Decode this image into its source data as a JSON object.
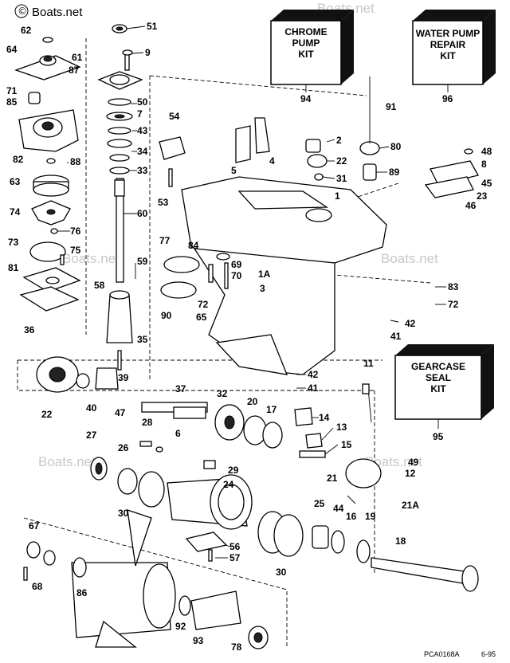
{
  "watermark": {
    "brand": "Boats.net",
    "logo_symbol": "©"
  },
  "kits": [
    {
      "id": "chrome-pump-kit",
      "lines": [
        "CHROME",
        "PUMP",
        "KIT"
      ],
      "number": "94"
    },
    {
      "id": "water-pump-repair-kit",
      "lines": [
        "WATER PUMP",
        "REPAIR",
        "KIT"
      ],
      "number": "96"
    },
    {
      "id": "gearcase-seal-kit",
      "lines": [
        "GEARCASE",
        "SEAL",
        "KIT"
      ],
      "number": "95"
    }
  ],
  "callouts": {
    "c62": "62",
    "c51": "51",
    "c64": "64",
    "c61": "61",
    "c9": "9",
    "c87": "87",
    "c71": "71",
    "c85": "85",
    "c50": "50",
    "c7": "7",
    "c43": "43",
    "c34": "34",
    "c33": "33",
    "c82": "82",
    "c88": "88",
    "c63": "63",
    "c74": "74",
    "c76": "76",
    "c73": "73",
    "c75": "75",
    "c81": "81",
    "c36": "36",
    "c60": "60",
    "c59": "59",
    "c58": "58",
    "c35": "35",
    "c39": "39",
    "c54": "54",
    "c53": "53",
    "c77": "77",
    "c84": "84",
    "c69": "69",
    "c70": "70",
    "c72a": "72",
    "c90": "90",
    "c65": "65",
    "c5": "5",
    "c4": "4",
    "c2": "2",
    "c22a": "22",
    "c31": "31",
    "c1": "1",
    "c80": "80",
    "c89": "89",
    "c91": "91",
    "c48": "48",
    "c8": "8",
    "c45": "45",
    "c23": "23",
    "c46": "46",
    "c1A": "1A",
    "c3": "3",
    "c83": "83",
    "c72b": "72",
    "c42a": "42",
    "c41a": "41",
    "c42b": "42",
    "c41b": "41",
    "c11": "11",
    "c22b": "22",
    "c40": "40",
    "c47": "47",
    "c37": "37",
    "c32": "32",
    "c20": "20",
    "c17": "17",
    "c14": "14",
    "c13": "13",
    "c15": "15",
    "c28": "28",
    "c6": "6",
    "c27": "27",
    "c26": "26",
    "c29": "29",
    "c24": "24",
    "c30a": "30",
    "c49": "49",
    "c12": "12",
    "c21": "21",
    "c21A": "21A",
    "c25": "25",
    "c44": "44",
    "c16": "16",
    "c19": "19",
    "c18": "18",
    "c56": "56",
    "c57": "57",
    "c30b": "30",
    "c67": "67",
    "c68": "68",
    "c86": "86",
    "c92": "92",
    "c93": "93",
    "c78": "78"
  },
  "footer": {
    "drawing_code": "PCA0168A",
    "date_code": "6-95"
  }
}
